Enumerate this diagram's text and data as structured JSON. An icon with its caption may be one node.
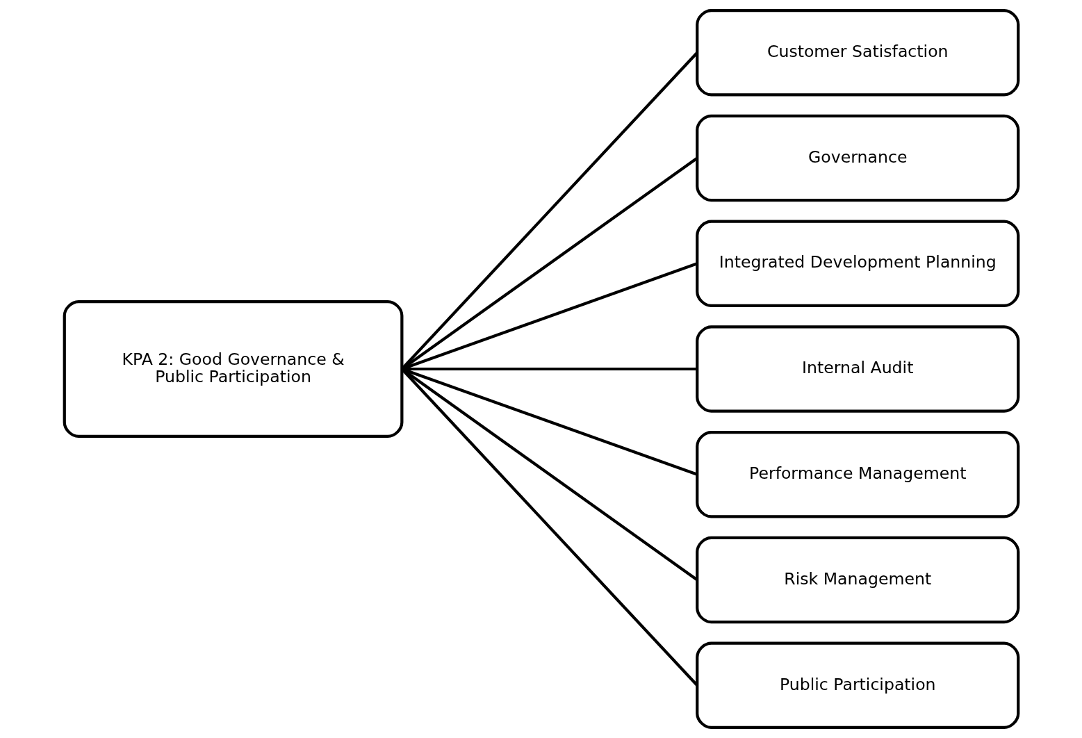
{
  "diagram": {
    "nodes": [
      {
        "text": [
          "KPA 2: Good Governance & Public Participation"
        ]
      },
      {
        "text": [
          "Customer Satisfaction"
        ]
      },
      {
        "text": [
          "Governance"
        ]
      },
      {
        "text": [
          "Integrated Development Planning"
        ]
      },
      {
        "text": [
          "Internal Audit"
        ]
      },
      {
        "text": [
          "Performance Management"
        ]
      },
      {
        "text": [
          "Risk Management"
        ]
      },
      {
        "text": [
          "Public Participation"
        ]
      }
    ],
    "edges": [
      {
        "from": 0,
        "to": 1,
        "arrow": "none"
      },
      {
        "from": 0,
        "to": 2,
        "arrow": "none"
      },
      {
        "from": 0,
        "to": 3,
        "arrow": "none"
      },
      {
        "from": 0,
        "to": 4,
        "arrow": "none"
      },
      {
        "from": 0,
        "to": 5,
        "arrow": "none"
      },
      {
        "from": 0,
        "to": 6,
        "arrow": "none"
      },
      {
        "from": 0,
        "to": 7,
        "arrow": "none"
      }
    ]
  }
}
